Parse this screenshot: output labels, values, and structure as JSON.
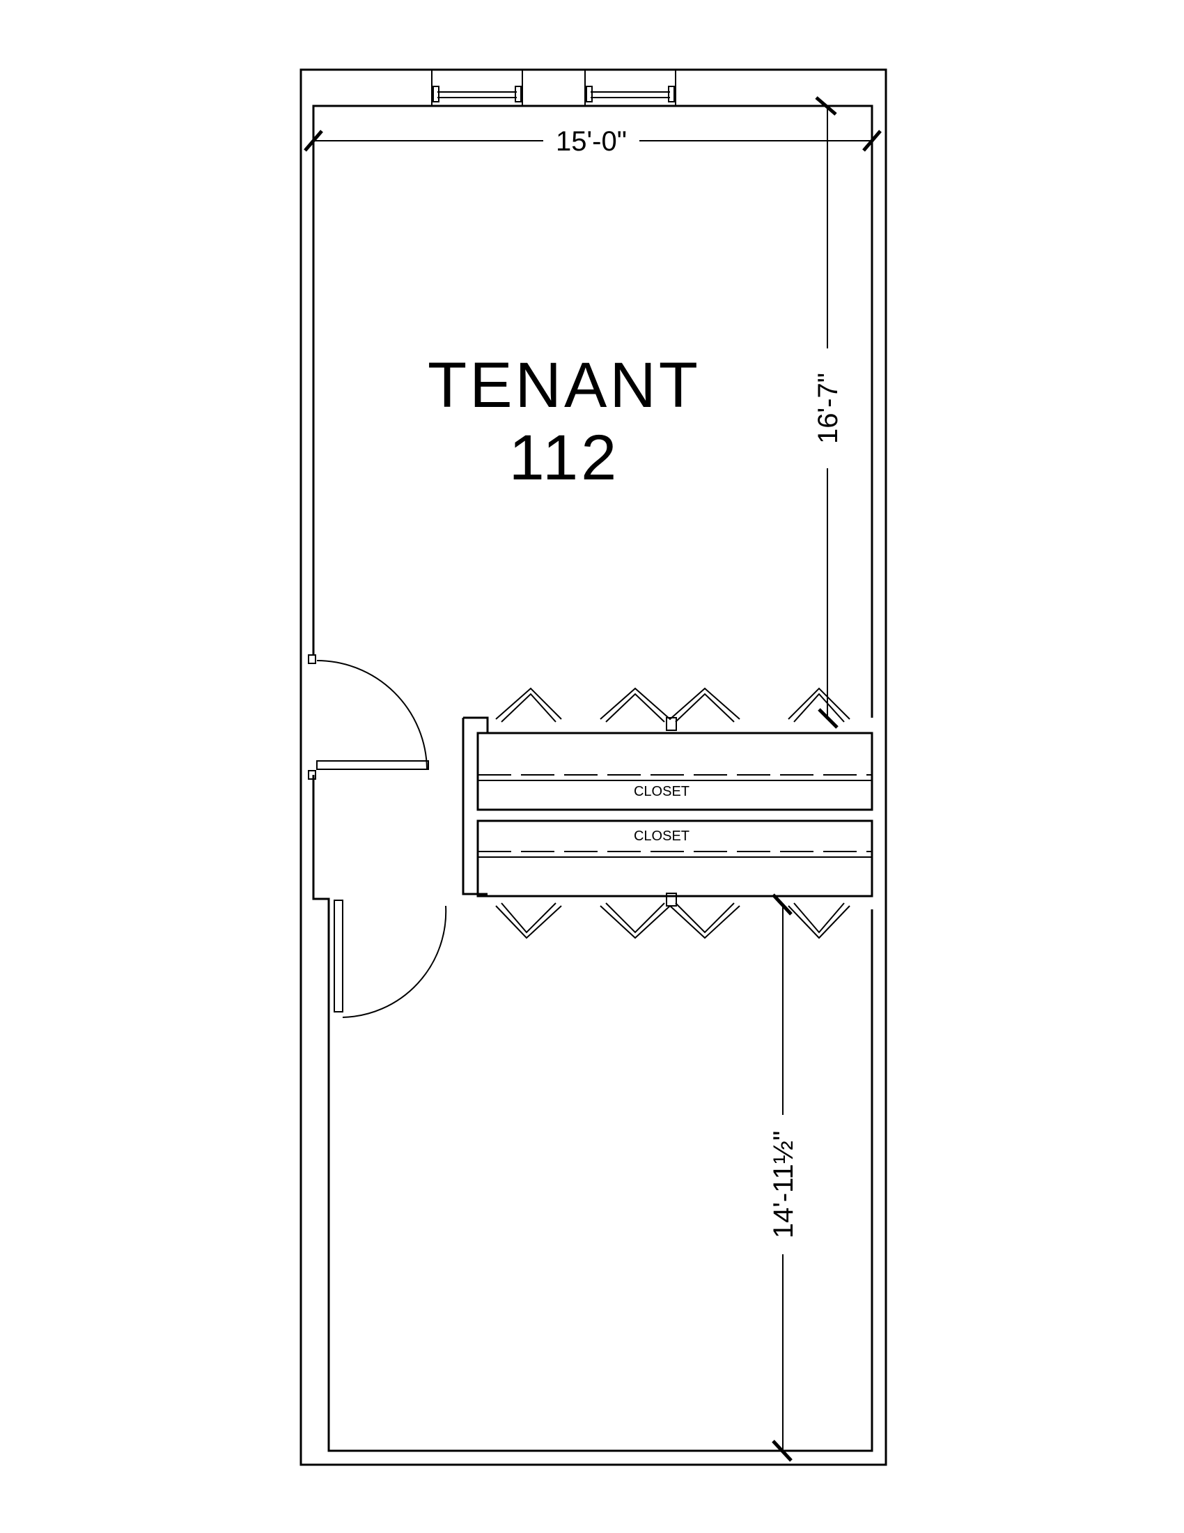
{
  "room": {
    "name": "TENANT",
    "number": "112"
  },
  "dimensions": {
    "width": "15'-0\"",
    "upper_depth": "16'-7\"",
    "lower_depth": "14'-11½\""
  },
  "closets": {
    "top_label": "CLOSET",
    "bottom_label": "CLOSET"
  }
}
